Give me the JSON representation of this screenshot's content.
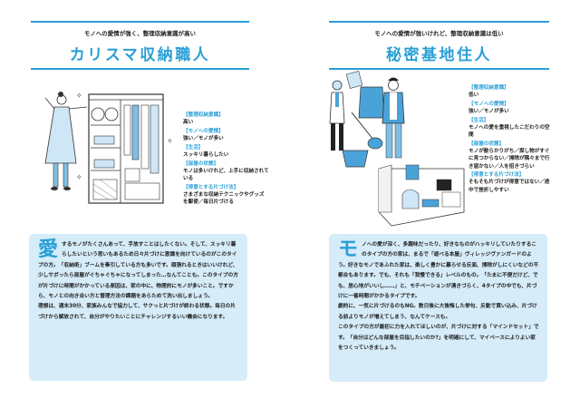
{
  "left": {
    "subtitle": "モノへの愛情が強く、整理収納意識が高い",
    "title": "カリスマ収納職人",
    "illustration": "woman-with-organized-closet",
    "attributes": [
      {
        "label": "【整理収納意識】",
        "value": "高い"
      },
      {
        "label": "【モノへの愛情】",
        "value": "強い／モノが多い"
      },
      {
        "label": "【生活】",
        "value": "スッキリ暮らしたい"
      },
      {
        "label": "【部屋の状態】",
        "value": "モノは多いけれど、上手に収納されている"
      },
      {
        "label": "【得意とする片づけ法】",
        "value": "さまざまな収納テクニックやグッズを駆使／毎日片づける"
      }
    ],
    "body": {
      "dropcap": "愛",
      "paragraphs": [
        "するモノがたくさんあって、手放すことはしたくない。そして、スッキリ暮らしたいという思いもあるため日々片づけに意識を向けているのがこのタイプの方。「収納術」ブームを牽引している方も多いです。頑張れるときはいいけれど、少しサボったら部屋がぐちゃぐちゃになってしまった…なんてことも。このタイプの方が片づけに時間がかかっている原因は、家の中に、物理的にモノが多いこと。ですから、モノとの向き合い方と管理方法の課題をあらためて洗い出しましょう。",
        "理想は、週末30分、家族みんなで協力して、サクっと片づけが終わる状態。毎日の片づけから解放されて、自分がやりたいことにチャレンジするいい機会になります。"
      ]
    }
  },
  "right": {
    "subtitle": "モノへの愛情が強いけれど、整理収納意識は低い",
    "title": "秘密基地住人",
    "illustration": "couple-with-belongings-and-cluttered-room",
    "attributes": [
      {
        "label": "【整理収納意識】",
        "value": "低い"
      },
      {
        "label": "【モノへの愛情】",
        "value": "強い／モノが多い"
      },
      {
        "label": "【生活】",
        "value": "モノへの愛を重視したこだわりの空間"
      },
      {
        "label": "【部屋の状態】",
        "value": "モノが散らかりがち／探し物がすぐに見つからない／掃除が隅々まで行き届かない／人を招きづらい"
      },
      {
        "label": "【得意とする片づけ法】",
        "value": "そもそも片づけが得意ではない／途中で挫折しやすい"
      }
    ],
    "body": {
      "dropcap": "モ",
      "paragraphs": [
        "ノへの愛が深く、多趣味だったり、好きなものがハッキリしていたりするこのタイプの方の家は、まるで「遊べる本屋」ヴィレッジヴァンガードのよう。好きなモノであふれた家は、楽しく豊かに暮らせる反面、掃除がしにくいなどの不都合もあります。でも、それも「我慢できる」レベルのもの。「たまに不便だけど、でも、居心地がいいし……」と、モチベーションが湧きづらく、4タイプの中でも、片づけに一番時間がかかるタイプです。",
        "劇的に、一気に片づけるのもNG。数日後に大後悔した挙句、反動で買い込み、片づける前よりモノが増えてしまう、なんてケースも。",
        "このタイプの方が最初に力を入れてほしいのが、片づけに対する「マインドセット」です。「自分はどんな部屋を目指したいのか?」を明確にして、マイベースによりよい家をつくっていきましょう。"
      ]
    }
  },
  "colors": {
    "accent": "#2a9fd6",
    "box_background": "#d6ecf9",
    "text": "#222222"
  }
}
